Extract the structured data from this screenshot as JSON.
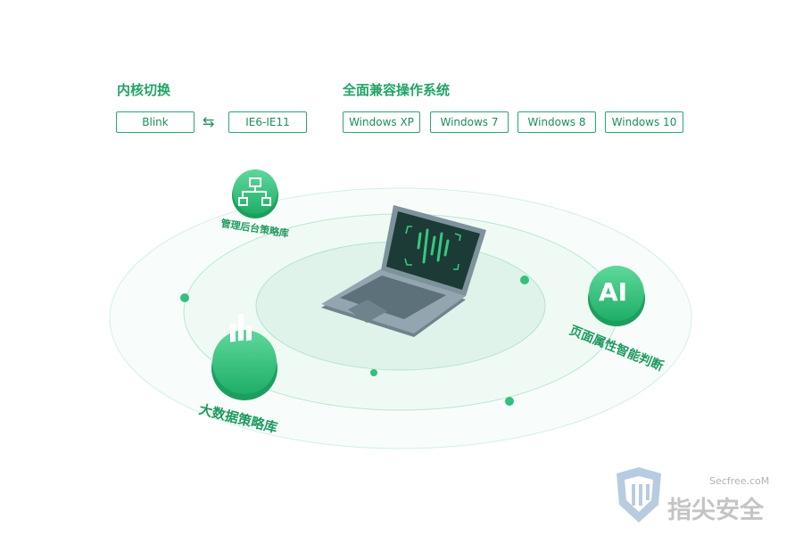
{
  "kernel": {
    "title": "内核切换",
    "options": [
      "Blink",
      "IE6-IE11"
    ],
    "swap_icon": "swap-arrows-icon"
  },
  "compat": {
    "title": "全面兼容操作系统",
    "systems": [
      "Windows XP",
      "Windows 7",
      "Windows 8",
      "Windows 10"
    ]
  },
  "features": {
    "admin_policy": "管理后台策略库",
    "ai_label": "页面属性智能判断",
    "ai_badge": "AI",
    "bigdata_policy": "大数据策略库"
  },
  "watermark": {
    "site": "Secfree.coM",
    "brand": "指尖安全"
  },
  "colors": {
    "accent": "#21a366",
    "orbit": "#d7f2e5",
    "laptop": "#7b8e98"
  }
}
